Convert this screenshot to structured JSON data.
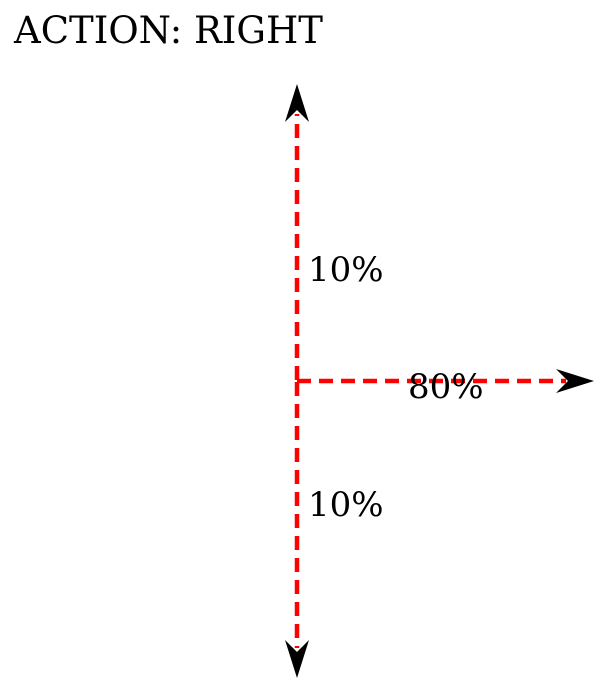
{
  "title": "ACTION: RIGHT",
  "colors": {
    "dashed_line": "#ff0000",
    "arrowhead": "#000000",
    "text": "#000000"
  },
  "transitions": {
    "up": {
      "label": "10%",
      "probability": 0.1
    },
    "right": {
      "label": "80%",
      "probability": 0.8
    },
    "down": {
      "label": "10%",
      "probability": 0.1
    }
  }
}
